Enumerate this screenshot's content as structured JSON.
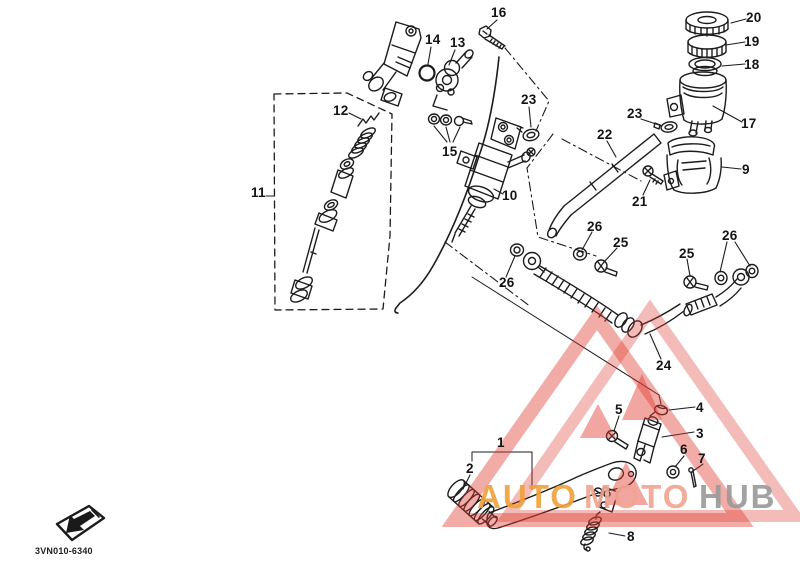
{
  "watermark": {
    "brand_auto": "AUTO",
    "brand_moto": "MOTO",
    "brand_hub": "HUB",
    "orange": "#F0A23C",
    "pink": "#F2A492",
    "gray": "#9B9B9B",
    "triangle_red": "#E03A2F"
  },
  "footer": {
    "diagram_code": "3VN010-6340"
  },
  "labels": [
    {
      "text": "1"
    },
    {
      "text": "2"
    },
    {
      "text": "3"
    },
    {
      "text": "4"
    },
    {
      "text": "5"
    },
    {
      "text": "6"
    },
    {
      "text": "7"
    },
    {
      "text": "8"
    },
    {
      "text": "9"
    },
    {
      "text": "10"
    },
    {
      "text": "11"
    },
    {
      "text": "12"
    },
    {
      "text": "13"
    },
    {
      "text": "14"
    },
    {
      "text": "15"
    },
    {
      "text": "16"
    },
    {
      "text": "17"
    },
    {
      "text": "18"
    },
    {
      "text": "19"
    },
    {
      "text": "20"
    },
    {
      "text": "21"
    },
    {
      "text": "22"
    },
    {
      "text": "23"
    },
    {
      "text": "23"
    },
    {
      "text": "24"
    },
    {
      "text": "25"
    },
    {
      "text": "25"
    },
    {
      "text": "26"
    },
    {
      "text": "26"
    },
    {
      "text": "26"
    }
  ]
}
